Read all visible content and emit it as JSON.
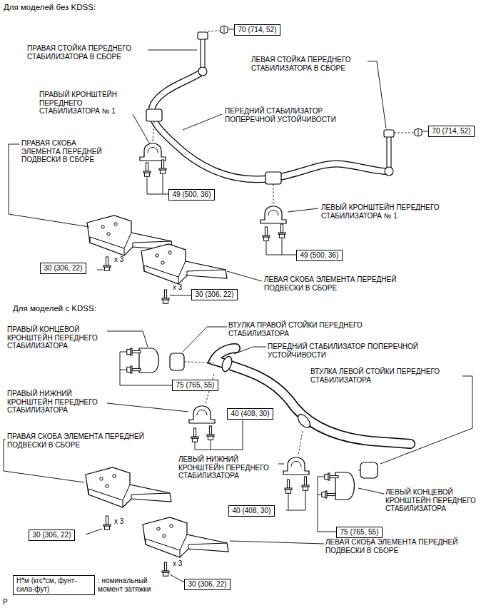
{
  "diagram": {
    "nodes": [
      {
        "text": [
          "70 (714, 52)"
        ]
      },
      {
        "text": [
          "70 (714, 52)"
        ]
      },
      {
        "text": [
          "49 (500, 36)"
        ]
      },
      {
        "text": [
          "49 (500, 36)"
        ]
      },
      {
        "text": [
          "30 (306, 22)"
        ]
      },
      {
        "text": [
          "30 (306, 22)"
        ]
      },
      {
        "text": [
          "75 (765, 55)"
        ]
      },
      {
        "text": [
          "40 (408, 30)"
        ]
      },
      {
        "text": [
          "40 (408, 30)"
        ]
      },
      {
        "text": [
          "75 (765, 55)"
        ]
      },
      {
        "text": [
          "30 (306, 22)"
        ]
      },
      {
        "text": [
          "30 (306, 22)"
        ]
      },
      {
        "text": [
          "Н*м (кгс*см, фунт-сила-фут)",
          ": номинальный момент затяжки"
        ]
      }
    ],
    "labels": [
      "Для моделей без KDSS:",
      "ПРАВАЯ СТОЙКА ПЕРЕДНЕГО СТАБИЛИЗАТОРА В СБОРЕ",
      "ЛЕВАЯ СТОЙКА ПЕРЕДНЕГО СТАБИЛИЗАТОРА В СБОРЕ",
      "ПРАВЫЙ КРОНШТЕЙН ПЕРЕДНЕГО СТАБИЛИЗАТОРА № 1",
      "ПЕРЕДНИЙ СТАБИЛИЗАТОР ПОПЕРЕЧНОЙ УСТОЙЧИВОСТИ",
      "ПРАВАЯ СКОБА ЭЛЕМЕНТА ПЕРЕДНЕЙ ПОДВЕСКИ В СБОРЕ",
      "ЛЕВЫЙ КРОНШТЕЙН ПЕРЕДНЕГО СТАБИЛИЗАТОРА № 1",
      "x 3",
      "ЛЕВАЯ СКОБА ЭЛЕМЕНТА ПЕРЕДНЕЙ ПОДВЕСКИ В СБОРЕ",
      "x 3",
      "Для моделей с KDSS:",
      "ПРАВЫЙ КОНЦЕВОЙ КРОНШТЕЙН ПЕРЕДНЕГО СТАБИЛИЗАТОРА",
      "ВТУЛКА ПРАВОЙ СТОЙКИ ПЕРЕДНЕГО СТАБИЛИЗАТОРА",
      "ПЕРЕДНИЙ СТАБИЛИЗАТОР ПОПЕРЕЧНОЙ УСТОЙЧИВОСТИ",
      "ВТУЛКА ЛЕВОЙ СТОЙКИ ПЕРЕДНЕГО СТАБИЛИЗАТОРА",
      "ПРАВЫЙ НИЖНИЙ КРОНШТЕЙН ПЕРЕДНЕГО СТАБИЛИЗАТОРА",
      "ПРАВАЯ СКОБА ЭЛЕМЕНТА ПЕРЕДНЕЙ ПОДВЕСКИ В СБОРЕ",
      "ЛЕВЫЙ НИЖНИЙ КРОНШТЕЙН ПЕРЕДНЕГО СТАБИЛИЗАТОРА",
      "ЛЕВЫЙ КОНЦЕВОЙ КРОНШТЕЙН ПЕРЕДНЕГО СТАБИЛИЗАТОРА",
      "x 3",
      "x 3",
      "ЛЕВАЯ СКОБА ЭЛЕМЕНТА ПЕРЕДНЕЙ ПОДВЕСКИ В СБОРЕ",
      "P"
    ]
  }
}
